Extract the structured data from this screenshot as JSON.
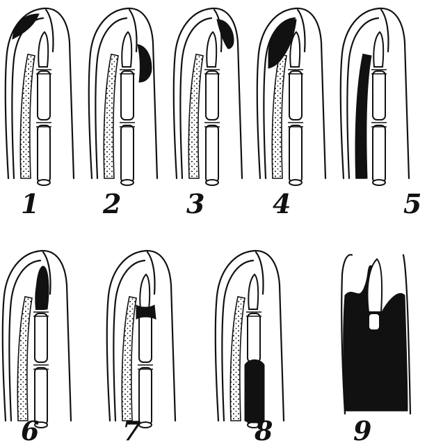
{
  "figure": {
    "panels": [
      {
        "label": "1",
        "lesion": "subcuticular"
      },
      {
        "label": "2",
        "lesion": "paronychia"
      },
      {
        "label": "3",
        "lesion": "subungual"
      },
      {
        "label": "4",
        "lesion": "subcutaneous-pulp"
      },
      {
        "label": "5",
        "lesion": "tendon-sheath"
      },
      {
        "label": "6",
        "lesion": "bone"
      },
      {
        "label": "7",
        "lesion": "joint"
      },
      {
        "label": "8",
        "lesion": "bone-articular"
      },
      {
        "label": "9",
        "lesion": "pandactylitis"
      }
    ]
  }
}
